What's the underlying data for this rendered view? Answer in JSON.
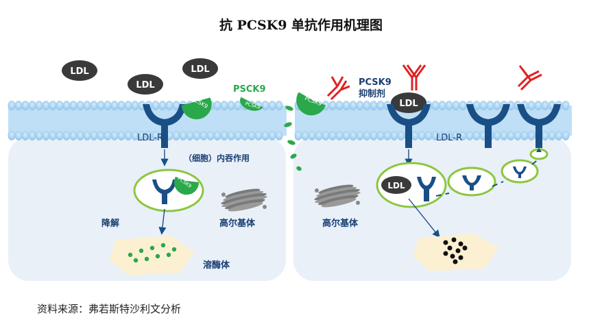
{
  "title": "抗 PCSK9 单抗作用机理图",
  "source": "资料来源：弗若斯特沙利文分析",
  "left_panel": {
    "ldl_1": "LDL",
    "ldl_2": "LDL",
    "ldl_3": "LDL",
    "pcsk9_on_receptor": "PCSK9",
    "pscsk9_label": "PSCK9",
    "pcsk9_small": "PCSK9",
    "ldlr_label": "LDL-R",
    "endocytosis": "（细胞）内吞作用",
    "pcsk9_in_vesicle": "PCSK9",
    "degradation": "降解",
    "golgi": "高尔基体",
    "lysosome": "溶酶体"
  },
  "right_panel": {
    "pcsk9_bound": "PCSK9",
    "inhibitor_line1": "PCSK9",
    "inhibitor_line2": "抑制剂",
    "ldl_on_receptor": "LDL",
    "ldlr_label": "LDL-R",
    "ldl_in_vesicle": "LDL",
    "golgi": "高尔基体"
  },
  "colors": {
    "membrane": "#a9d3f2",
    "cytoplasm": "#e9f0f8",
    "receptor": "#1a4f86",
    "pcsk9_green": "#2aa84a",
    "antibody_red": "#e02020",
    "vesicle_ring": "#8cc63f",
    "ldl_dark": "#3a3a3a",
    "lysosome_fill": "#fbf1d2",
    "label_blue": "#1a3f72"
  }
}
